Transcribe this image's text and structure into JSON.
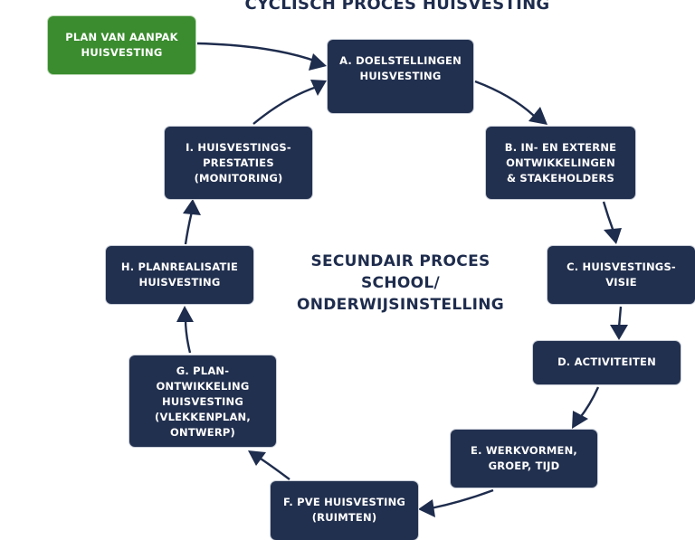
{
  "title": "CYCLISCH PROCES HUISVESTING",
  "center_label": [
    "SECUNDAIR PROCES",
    "SCHOOL/",
    "ONDERWIJSINSTELLING"
  ],
  "colors": {
    "navy": "#22304f",
    "green": "#3a8c2e",
    "text_dark": "#1e2c4d",
    "text_light": "#ffffff"
  },
  "start_node": {
    "id": "plan",
    "lines": [
      "PLAN VAN AANPAK",
      "HUISVESTING"
    ]
  },
  "nodes": [
    {
      "id": "A",
      "lines": [
        "A. DOELSTELLINGEN",
        "HUISVESTING"
      ]
    },
    {
      "id": "B",
      "lines": [
        "B. IN- EN EXTERNE",
        "ONTWIKKELINGEN",
        "& STAKEHOLDERS"
      ]
    },
    {
      "id": "C",
      "lines": [
        "C. HUISVESTINGS-",
        "VISIE"
      ]
    },
    {
      "id": "D",
      "lines": [
        "D. ACTIVITEITEN"
      ]
    },
    {
      "id": "E",
      "lines": [
        "E. WERKVORMEN,",
        "GROEP, TIJD"
      ]
    },
    {
      "id": "F",
      "lines": [
        "F. PVE HUISVESTING",
        "(RUIMTEN)"
      ]
    },
    {
      "id": "G",
      "lines": [
        "G. PLAN-",
        "ONTWIKKELING",
        "HUISVESTING",
        "(VLEKKENPLAN,",
        "ONTWERP)"
      ]
    },
    {
      "id": "H",
      "lines": [
        "H. PLANREALISATIE",
        "HUISVESTING"
      ]
    },
    {
      "id": "I",
      "lines": [
        "I. HUISVESTINGS-",
        "PRESTATIES",
        "(MONITORING)"
      ]
    }
  ],
  "edges": [
    {
      "from": "plan",
      "to": "A"
    },
    {
      "from": "A",
      "to": "B"
    },
    {
      "from": "B",
      "to": "C"
    },
    {
      "from": "C",
      "to": "D"
    },
    {
      "from": "D",
      "to": "E"
    },
    {
      "from": "E",
      "to": "F"
    },
    {
      "from": "F",
      "to": "G"
    },
    {
      "from": "G",
      "to": "H"
    },
    {
      "from": "H",
      "to": "I"
    },
    {
      "from": "I",
      "to": "A"
    }
  ]
}
